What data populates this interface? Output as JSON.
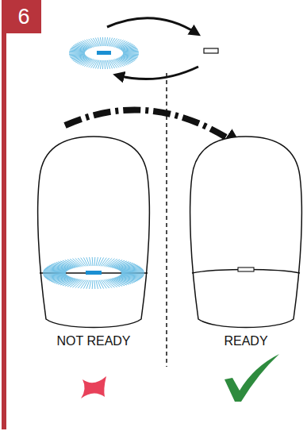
{
  "diagram": {
    "nodes": [
      {
        "text": [
          "6"
        ]
      }
    ],
    "labels": [
      "NOT READY",
      "READY"
    ]
  }
}
